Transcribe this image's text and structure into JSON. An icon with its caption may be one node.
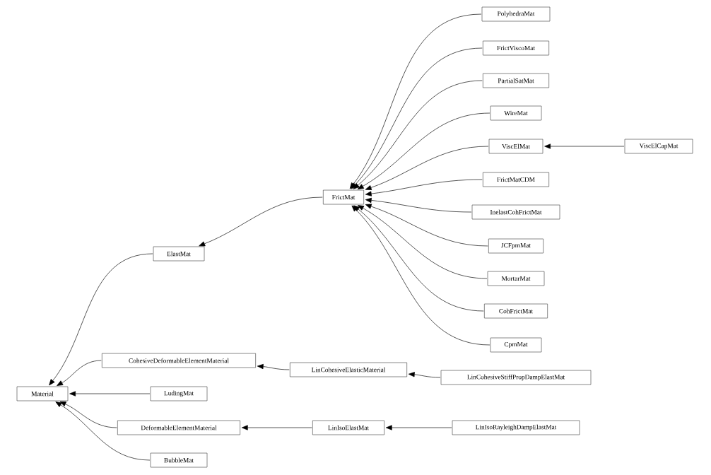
{
  "diagram": {
    "nodes": [
      {
        "text": [
          "Material"
        ]
      },
      {
        "text": [
          "ElastMat"
        ]
      },
      {
        "text": [
          "CohesiveDeformableElementMaterial"
        ]
      },
      {
        "text": [
          "LudingMat"
        ]
      },
      {
        "text": [
          "DeformableElementMaterial"
        ]
      },
      {
        "text": [
          "BubbleMat"
        ]
      },
      {
        "text": [
          "FrictMat"
        ]
      },
      {
        "text": [
          "LinCohesiveElasticMaterial"
        ]
      },
      {
        "text": [
          "LinIsoElastMat"
        ]
      },
      {
        "text": [
          "PolyhedraMat"
        ]
      },
      {
        "text": [
          "FrictViscoMat"
        ]
      },
      {
        "text": [
          "PartialSatMat"
        ]
      },
      {
        "text": [
          "WireMat"
        ]
      },
      {
        "text": [
          "ViscElMat"
        ]
      },
      {
        "text": [
          "FrictMatCDM"
        ]
      },
      {
        "text": [
          "InelastCohFrictMat"
        ]
      },
      {
        "text": [
          "JCFpmMat"
        ]
      },
      {
        "text": [
          "MortarMat"
        ]
      },
      {
        "text": [
          "CohFrictMat"
        ]
      },
      {
        "text": [
          "CpmMat"
        ]
      },
      {
        "text": [
          "LinCohesiveStiffPropDampElastMat"
        ]
      },
      {
        "text": [
          "LinIsoRayleighDampElastMat"
        ]
      },
      {
        "text": [
          "ViscElCapMat"
        ]
      }
    ],
    "edges": [
      {
        "from": 1,
        "to": 0,
        "arrow": "to"
      },
      {
        "from": 2,
        "to": 0,
        "arrow": "to"
      },
      {
        "from": 3,
        "to": 0,
        "arrow": "to"
      },
      {
        "from": 4,
        "to": 0,
        "arrow": "to"
      },
      {
        "from": 5,
        "to": 0,
        "arrow": "to"
      },
      {
        "from": 6,
        "to": 1,
        "arrow": "to"
      },
      {
        "from": 7,
        "to": 2,
        "arrow": "to"
      },
      {
        "from": 8,
        "to": 4,
        "arrow": "to"
      },
      {
        "from": 9,
        "to": 6,
        "arrow": "to"
      },
      {
        "from": 10,
        "to": 6,
        "arrow": "to"
      },
      {
        "from": 11,
        "to": 6,
        "arrow": "to"
      },
      {
        "from": 12,
        "to": 6,
        "arrow": "to"
      },
      {
        "from": 13,
        "to": 6,
        "arrow": "to"
      },
      {
        "from": 14,
        "to": 6,
        "arrow": "to"
      },
      {
        "from": 15,
        "to": 6,
        "arrow": "to"
      },
      {
        "from": 16,
        "to": 6,
        "arrow": "to"
      },
      {
        "from": 17,
        "to": 6,
        "arrow": "to"
      },
      {
        "from": 18,
        "to": 6,
        "arrow": "to"
      },
      {
        "from": 19,
        "to": 6,
        "arrow": "to"
      },
      {
        "from": 20,
        "to": 7,
        "arrow": "to"
      },
      {
        "from": 21,
        "to": 8,
        "arrow": "to"
      },
      {
        "from": 22,
        "to": 13,
        "arrow": "to"
      }
    ]
  }
}
